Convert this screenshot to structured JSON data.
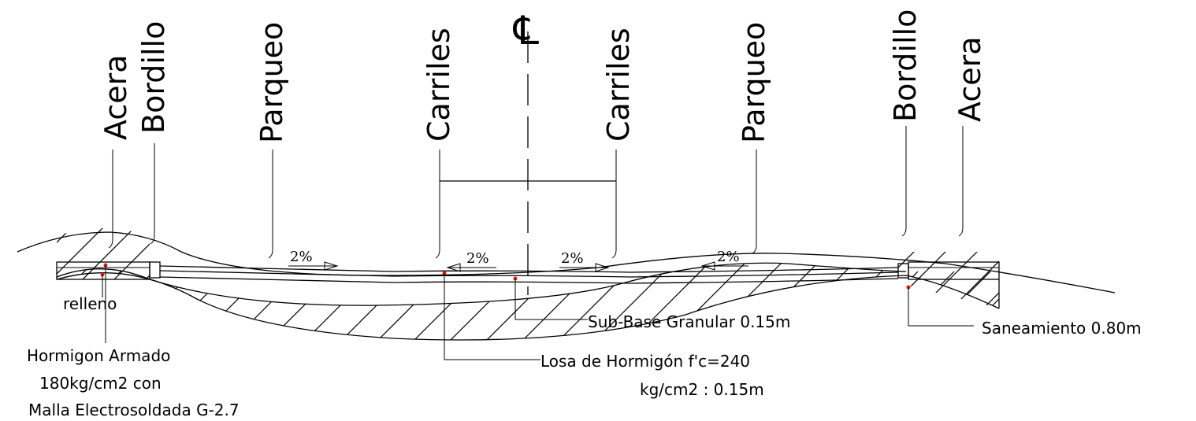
{
  "centerline_symbol": "℄",
  "zone_labels": [
    {
      "id": "acera-left",
      "text": "Acera"
    },
    {
      "id": "bordillo-left",
      "text": "Bordillo"
    },
    {
      "id": "parqueo-left",
      "text": "Parqueo"
    },
    {
      "id": "carriles-left",
      "text": "Carriles"
    },
    {
      "id": "carriles-right",
      "text": "Carriles"
    },
    {
      "id": "parqueo-right",
      "text": "Parqueo"
    },
    {
      "id": "bordillo-right",
      "text": "Bordillo"
    },
    {
      "id": "acera-right",
      "text": "Acera"
    }
  ],
  "slopes": [
    "2%",
    "2%",
    "2%",
    "2%"
  ],
  "callouts": {
    "relleno": "relleno",
    "hormigon": [
      "Hormigon Armado",
      "180kg/cm2 con",
      "Malla Electrosoldada G-2.7"
    ],
    "subbase": "Sub-Base Granular  0.15m",
    "losa": [
      "Losa de Hormigón f'c=240",
      "kg/cm2 : 0.15m"
    ],
    "saneamiento": "Saneamiento 0.80m"
  },
  "colors": {
    "line": "#000000",
    "marker": "#e0191b",
    "background": "#ffffff"
  }
}
